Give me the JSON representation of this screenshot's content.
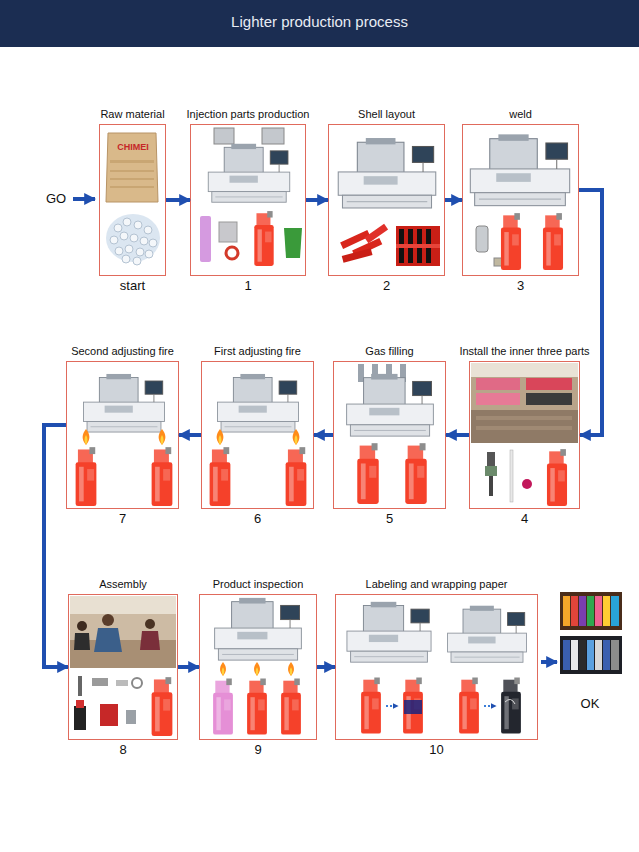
{
  "diagram": {
    "title": "Lighter production process",
    "nodes": [
      {
        "text": [
          "Raw material",
          "start"
        ]
      },
      {
        "text": [
          "Injection parts production",
          "1"
        ]
      },
      {
        "text": [
          "Shell layout",
          "2"
        ]
      },
      {
        "text": [
          "weld",
          "3"
        ]
      },
      {
        "text": [
          "Second adjusting fire",
          "7"
        ]
      },
      {
        "text": [
          "First adjusting fire",
          "6"
        ]
      },
      {
        "text": [
          "Gas filling",
          "5"
        ]
      },
      {
        "text": [
          "Install the inner three parts",
          "4"
        ]
      },
      {
        "text": [
          "Assembly",
          "8"
        ]
      },
      {
        "text": [
          "Product inspection",
          "9"
        ]
      },
      {
        "text": [
          "Labeling and wrapping paper",
          "10"
        ]
      }
    ],
    "edges": [
      {
        "from": 0,
        "to": 1,
        "arrow": "to"
      },
      {
        "from": 1,
        "to": 2,
        "arrow": "to"
      },
      {
        "from": 2,
        "to": 3,
        "arrow": "to"
      },
      {
        "from": 3,
        "to": 7,
        "arrow": "to"
      },
      {
        "from": 7,
        "to": 6,
        "arrow": "to"
      },
      {
        "from": 6,
        "to": 5,
        "arrow": "to"
      },
      {
        "from": 5,
        "to": 4,
        "arrow": "to"
      },
      {
        "from": 4,
        "to": 8,
        "arrow": "to"
      },
      {
        "from": 8,
        "to": 9,
        "arrow": "to"
      },
      {
        "from": 9,
        "to": 10,
        "arrow": "to"
      }
    ],
    "labels": [
      "GO",
      "CHIMEI",
      "OK"
    ]
  }
}
